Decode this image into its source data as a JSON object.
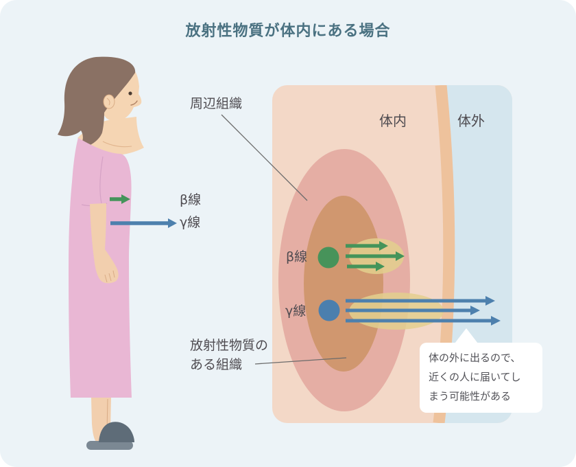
{
  "title": "放射性物質が体内にある場合",
  "person": {
    "beta_label": "β線",
    "gamma_label": "γ線"
  },
  "diagram": {
    "surrounding_tissue_label": "周辺組織",
    "inside_body_label": "体内",
    "outside_body_label": "体外",
    "beta_label": "β線",
    "gamma_label": "γ線",
    "source_tissue_label": {
      "line1": "放射性物質の",
      "line2": "ある組織"
    },
    "callout": {
      "line1": "体の外に出るので、",
      "line2": "近くの人に届いてし",
      "line3": "まう可能性がある"
    }
  },
  "colors": {
    "background": "#ecf3f7",
    "title_text": "#4a7181",
    "label_text": "#4e4b50",
    "beta_ray_green": "#44945a",
    "gamma_ray_blue": "#4d80ad",
    "body_interior": "#f3d8c7",
    "surrounding_tissue": "#e5aea4",
    "source_tissue": "#d0976f",
    "skin_boundary": "#eec29c",
    "outside_body": "#d5e6ee",
    "radiation_glow": "#e3cf8e",
    "callout_background": "#ffffff"
  }
}
